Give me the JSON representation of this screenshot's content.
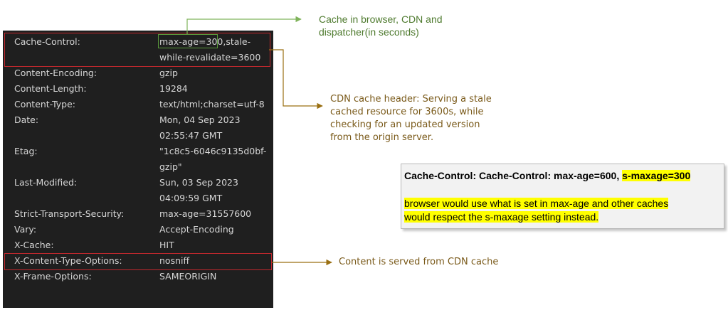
{
  "headers": [
    {
      "name": "Cache-Control:",
      "value": [
        "max-age=300,stale-",
        "while-revalidate=3600"
      ]
    },
    {
      "name": "Content-Encoding:",
      "value": [
        "gzip"
      ]
    },
    {
      "name": "Content-Length:",
      "value": [
        "19284"
      ]
    },
    {
      "name": "Content-Type:",
      "value": [
        "text/html;charset=utf-8"
      ]
    },
    {
      "name": "Date:",
      "value": [
        "Mon, 04 Sep 2023",
        "02:55:47 GMT"
      ]
    },
    {
      "name": "Etag:",
      "value": [
        "\"1c8c5-6046c9135d0bf-",
        "gzip\""
      ]
    },
    {
      "name": "Last-Modified:",
      "value": [
        "Sun, 03 Sep 2023",
        "04:09:59 GMT"
      ]
    },
    {
      "name": "Strict-Transport-Security:",
      "value": [
        "max-age=31557600"
      ]
    },
    {
      "name": "Vary:",
      "value": [
        "Accept-Encoding"
      ]
    },
    {
      "name": "X-Cache:",
      "value": [
        "HIT"
      ]
    },
    {
      "name": "X-Content-Type-Options:",
      "value": [
        "nosniff"
      ]
    },
    {
      "name": "X-Frame-Options:",
      "value": [
        "SAMEORIGIN"
      ]
    }
  ],
  "annotations": {
    "max_age": [
      "Cache in browser, CDN and",
      "dispatcher(in seconds)"
    ],
    "stale": [
      "CDN cache header: Serving a stale",
      "cached resource for 3600s, while",
      "checking for an updated version",
      "from the origin server."
    ],
    "x_cache": "Content is served from CDN cache"
  },
  "callout": {
    "title_prefix": "Cache-Control: Cache-Control: max-age=600, ",
    "title_highlight": "s-maxage=300",
    "body_lines": [
      "browser would use what is set in max-age and other caches",
      "would respect the s-maxage setting instead."
    ]
  },
  "colors": {
    "panel_bg": "#1f1f1f",
    "highlight_red": "#c0282d",
    "annotation_green": "#4e7a2e",
    "annotation_brown": "#7a5a1a",
    "text_highlight": "#ffff00"
  }
}
